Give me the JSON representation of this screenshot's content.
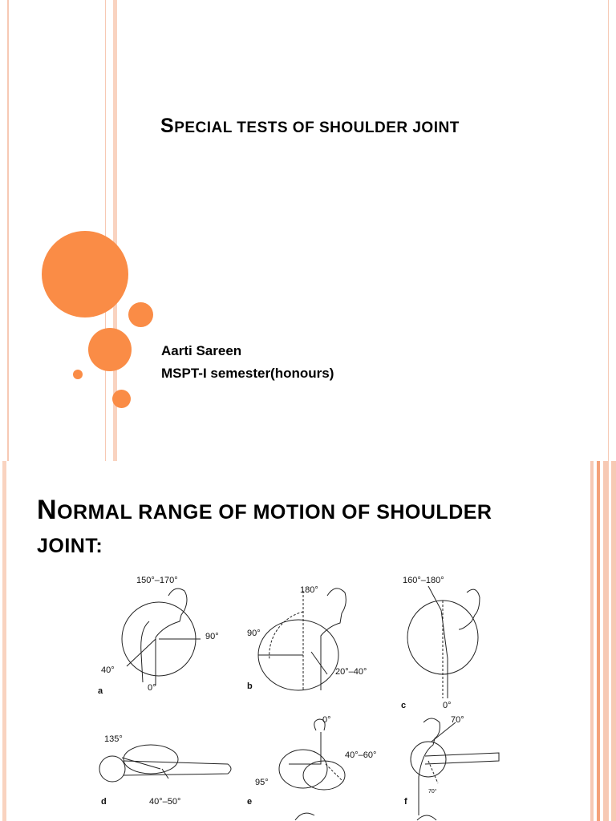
{
  "slide1": {
    "title_first": "S",
    "title_rest": "PECIAL TESTS OF SHOULDER JOINT",
    "author_name": "Aarti Sareen",
    "author_course": "MSPT-I semester(honours)"
  },
  "slide2": {
    "title_first": "N",
    "title_rest": "ORMAL RANGE OF MOTION OF SHOULDER JOINT:",
    "figure": {
      "panels": [
        {
          "label": "a",
          "angles": [
            "150°–170°",
            "90°",
            "40°",
            "0°"
          ]
        },
        {
          "label": "b",
          "angles": [
            "180°",
            "90°",
            "20°–40°"
          ]
        },
        {
          "label": "c",
          "angles": [
            "160°–180°",
            "0°"
          ]
        },
        {
          "label": "d",
          "angles": [
            "135°",
            "40°–50°"
          ]
        },
        {
          "label": "e",
          "angles": [
            "0°",
            "40°–60°",
            "95°"
          ]
        },
        {
          "label": "f",
          "angles": [
            "70°",
            "70°"
          ]
        }
      ]
    }
  },
  "colors": {
    "accent_orange": "#fa8c46",
    "border_pink": "#f7c9b4",
    "border_peach": "#f4a27a"
  }
}
